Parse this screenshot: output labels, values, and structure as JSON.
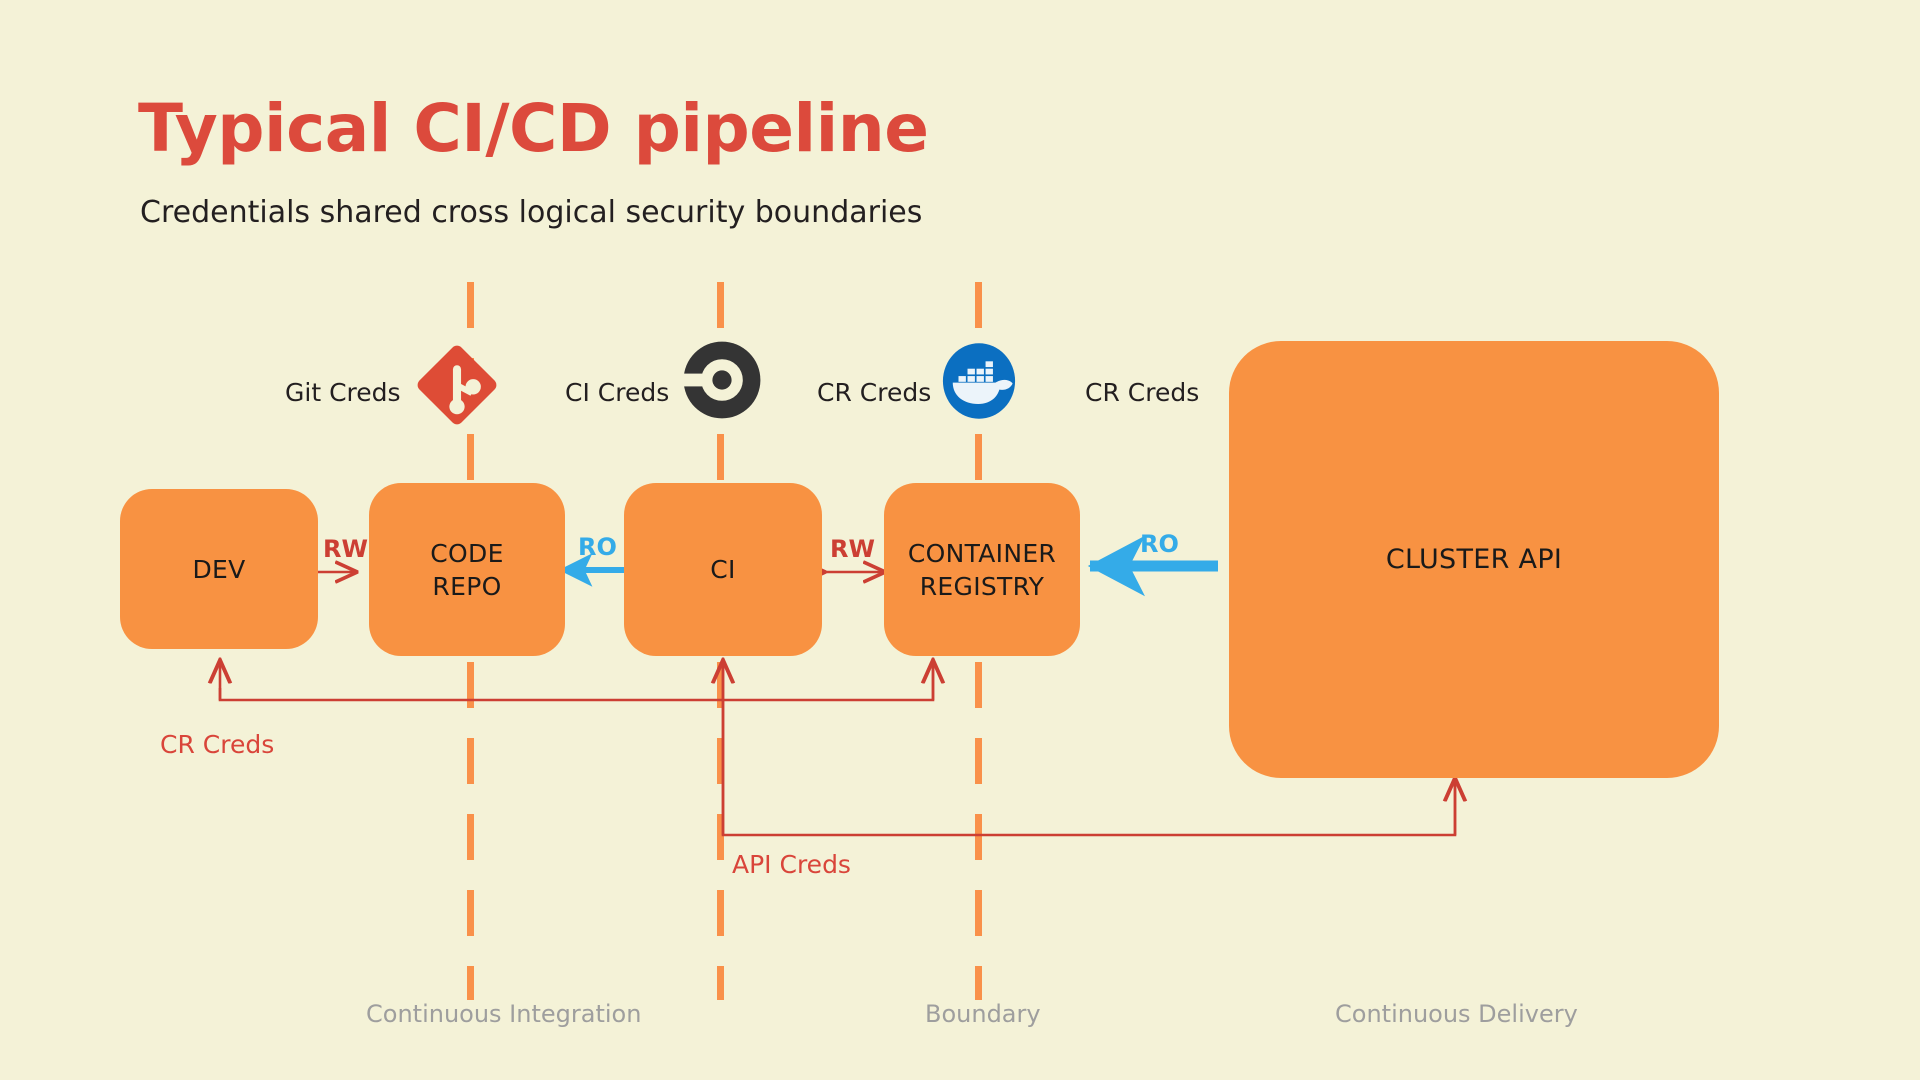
{
  "header": {
    "title": "Typical CI/CD pipeline",
    "subtitle": "Credentials shared cross logical security boundaries",
    "title_color": "#DC4A3C",
    "subtitle_color": "#231F20"
  },
  "canvas": {
    "background_color": "#F4F2D7",
    "node_color": "#F89242",
    "boundary_color": "#F9914A",
    "red_accent": "#CC3F33",
    "blue_accent": "#34ABE8",
    "muted_gray": "#9E9E9E"
  },
  "credentials_row": [
    {
      "label": "Git Creds",
      "icon": "git-logo-icon"
    },
    {
      "label": "CI Creds",
      "icon": "circleci-logo-icon"
    },
    {
      "label": "CR Creds",
      "icon": "docker-logo-icon"
    },
    {
      "label": "CR Creds",
      "icon": "none"
    }
  ],
  "nodes": [
    {
      "id": "dev",
      "label": "DEV"
    },
    {
      "id": "code-repo",
      "label": "CODE\nREPO",
      "line1": "CODE",
      "line2": "REPO"
    },
    {
      "id": "ci",
      "label": "CI"
    },
    {
      "id": "container-registry",
      "label": "CONTAINER\nREGISTRY",
      "line1": "CONTAINER",
      "line2": "REGISTRY"
    },
    {
      "id": "cluster-api",
      "label": "CLUSTER API"
    }
  ],
  "connections": [
    {
      "from": "dev",
      "to": "code-repo",
      "label": "RW",
      "kind": "bidirectional",
      "color": "#CC3F33"
    },
    {
      "from": "ci",
      "to": "code-repo",
      "label": "RO",
      "kind": "read-only",
      "color": "#34ABE8"
    },
    {
      "from": "ci",
      "to": "container-registry",
      "label": "RW",
      "kind": "bidirectional",
      "color": "#CC3F33"
    },
    {
      "from": "cluster-api",
      "to": "container-registry",
      "label": "RO",
      "kind": "read-only",
      "color": "#34ABE8"
    }
  ],
  "credential_paths": [
    {
      "label": "CR Creds",
      "from": "dev",
      "to": "container-registry",
      "color": "#D9453A"
    },
    {
      "label": "API Creds",
      "from": "cluster-api",
      "to": "ci",
      "color": "#D9453A"
    }
  ],
  "zones": [
    {
      "label": "Continuous Integration"
    },
    {
      "label": "Boundary"
    },
    {
      "label": "Continuous Delivery"
    }
  ]
}
